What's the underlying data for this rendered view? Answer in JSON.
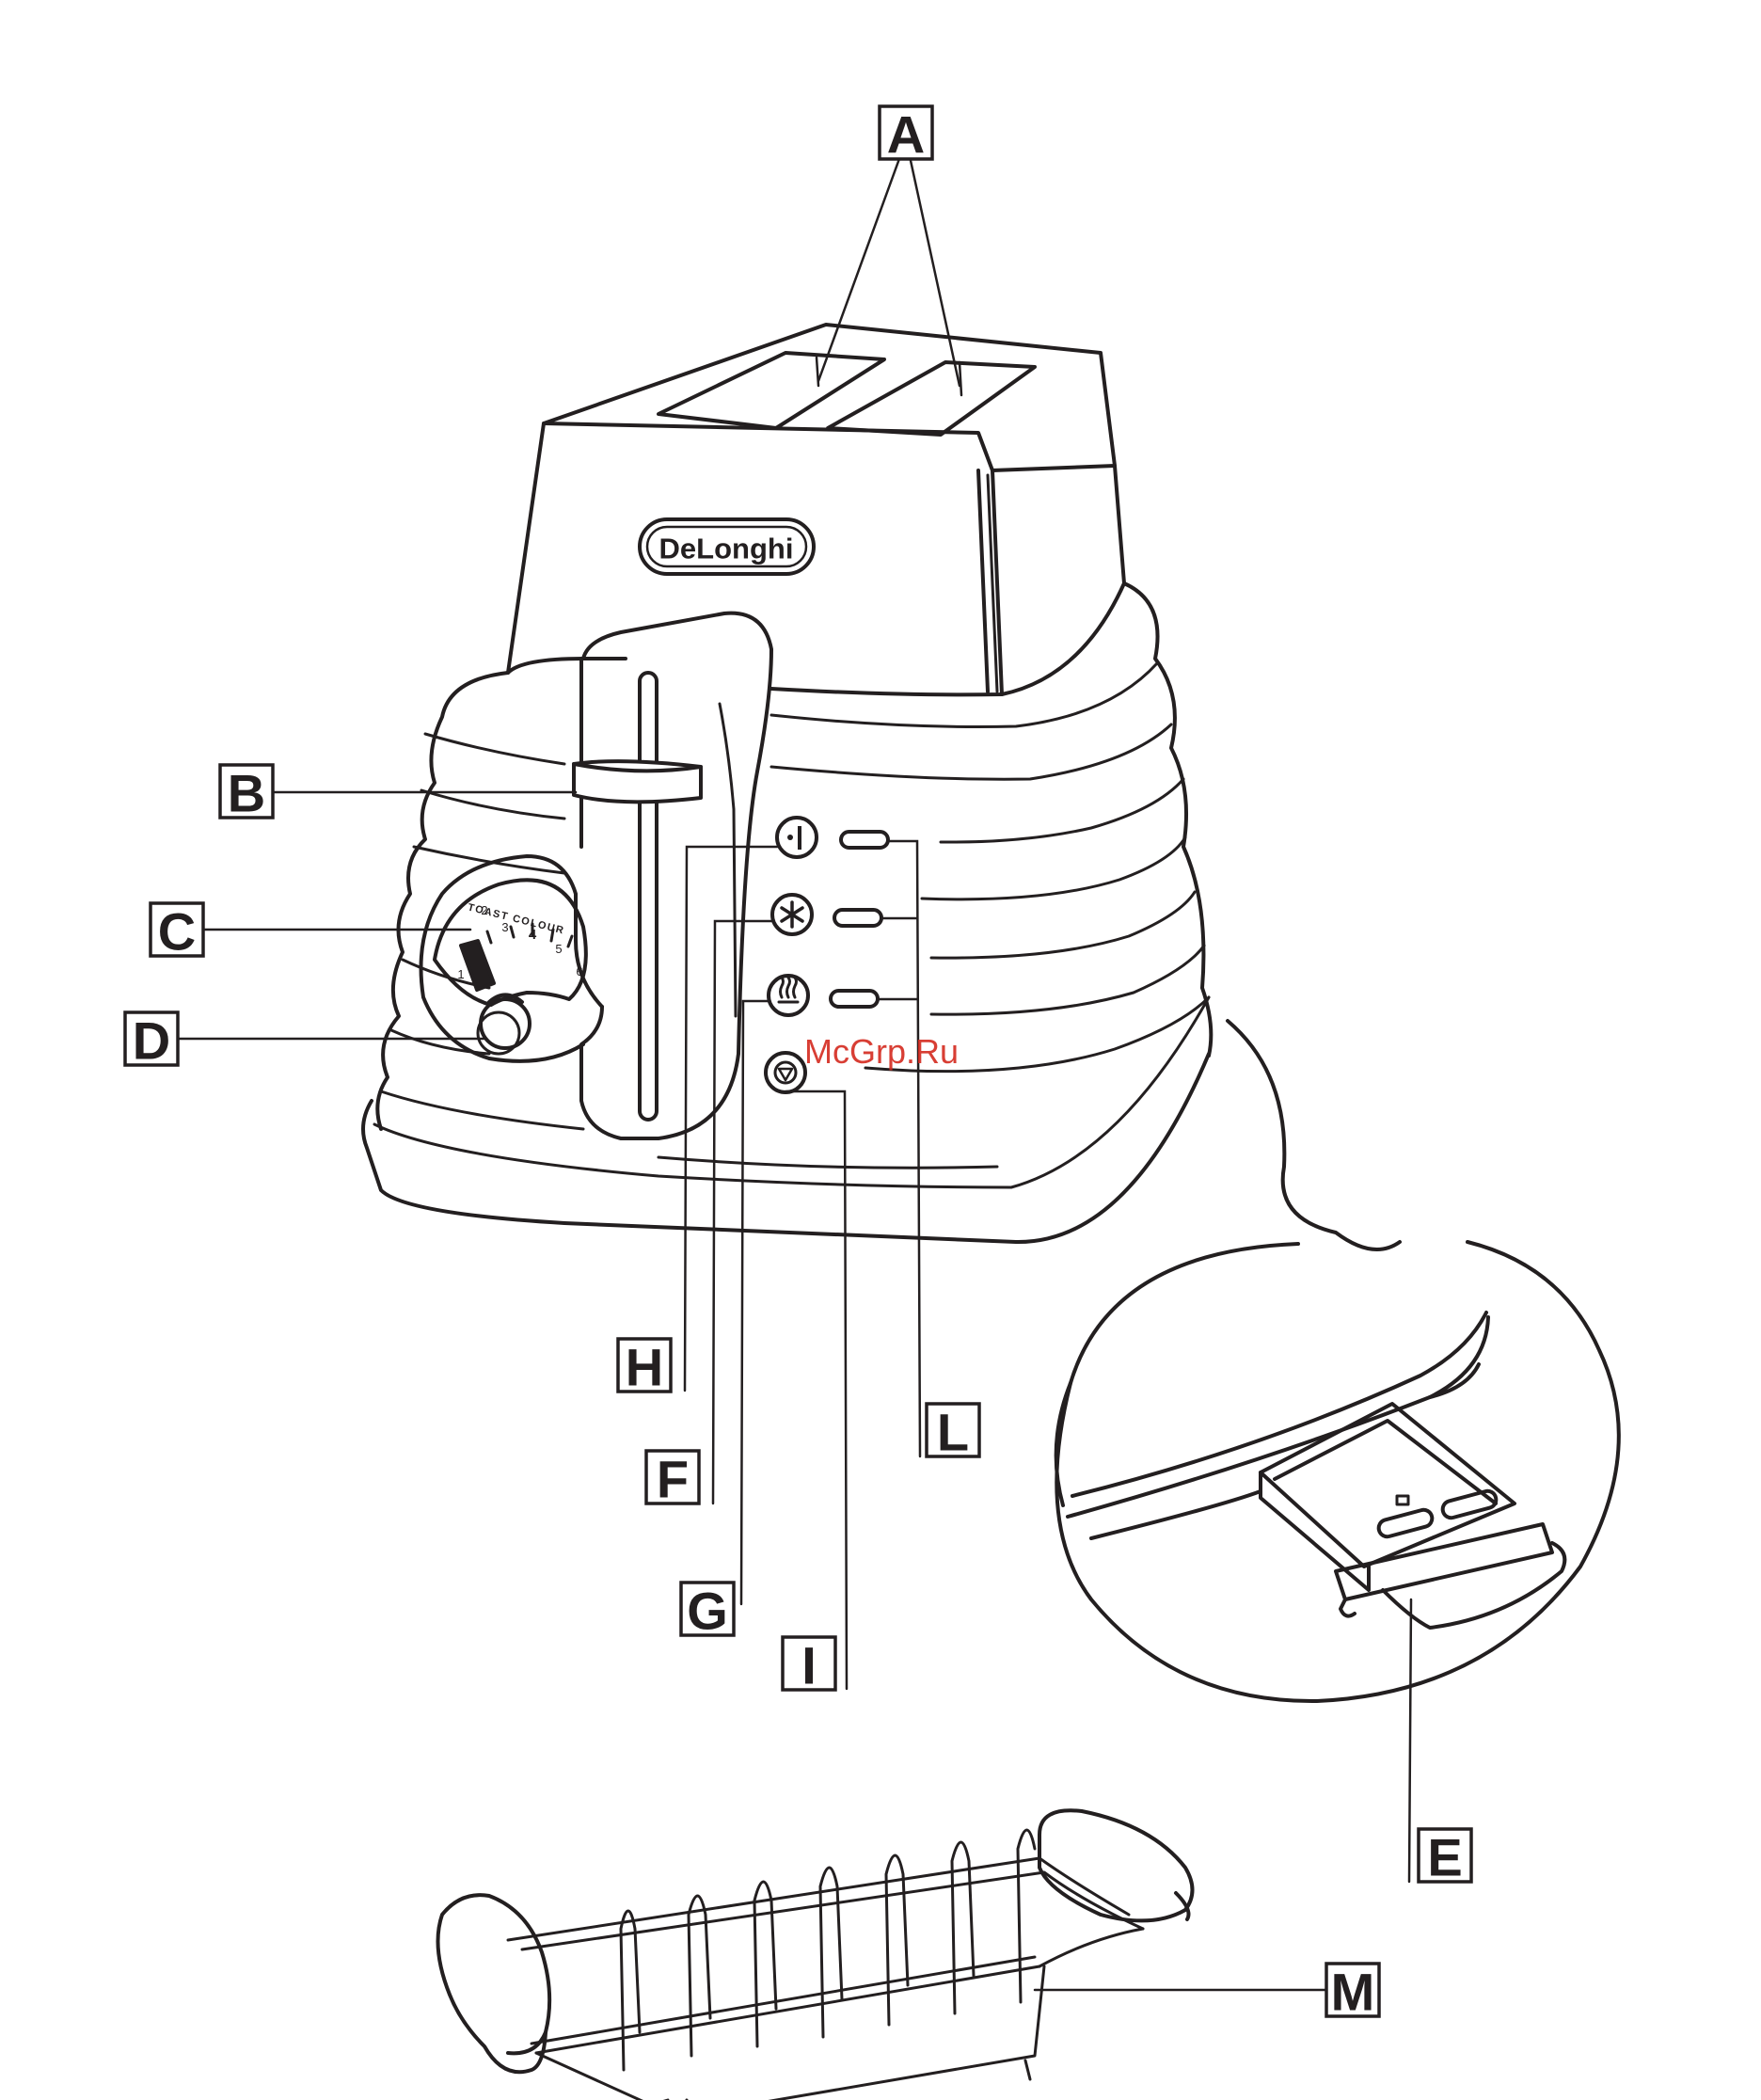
{
  "brand": {
    "logo_text": "DeLonghi"
  },
  "dial": {
    "title": "TOAST COLOUR",
    "ticks": [
      "1",
      "2",
      "3",
      "4",
      "5",
      "6"
    ]
  },
  "watermark": "McGrp.Ru",
  "labels": {
    "A": "A",
    "B": "B",
    "C": "C",
    "D": "D",
    "E": "E",
    "F": "F",
    "G": "G",
    "H": "H",
    "I": "I",
    "L": "L",
    "M": "M"
  },
  "colors": {
    "line": "#231f20",
    "watermark": "#d42a1f",
    "background": "#ffffff"
  }
}
